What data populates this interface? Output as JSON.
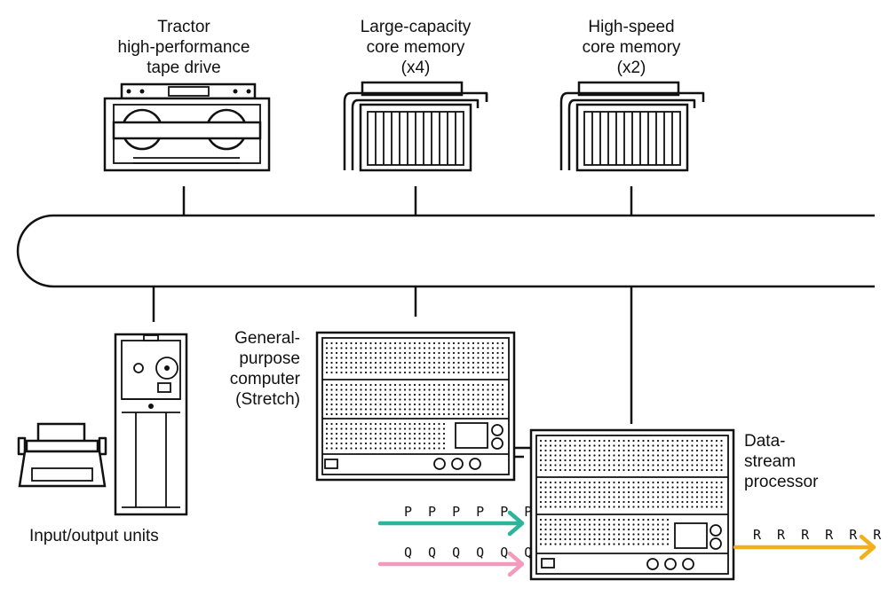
{
  "labels": {
    "tape_drive": [
      "Tractor",
      "high-performance",
      "tape drive"
    ],
    "large_memory": [
      "Large-capacity",
      "core memory",
      "(x4)"
    ],
    "fast_memory": [
      "High-speed",
      "core memory",
      "(x2)"
    ],
    "computer": [
      "General-",
      "purpose",
      "computer",
      "(Stretch)"
    ],
    "io_units": "Input/output units",
    "dsp": [
      "Data-",
      "stream",
      "processor"
    ]
  },
  "streams": {
    "p": "P P P P P P",
    "q": "Q Q Q Q Q Q",
    "r": "R R R R R R"
  },
  "colors": {
    "line": "#111111",
    "stream_p": "#2bb59a",
    "stream_q": "#f29bbd",
    "stream_r": "#f2b01e"
  },
  "icons": {
    "tape_drive": "tape-drive-icon",
    "memory": "core-memory-icon",
    "computer": "computer-cabinet-icon",
    "typewriter": "typewriter-icon",
    "io_cabinet": "tape-cabinet-icon"
  }
}
